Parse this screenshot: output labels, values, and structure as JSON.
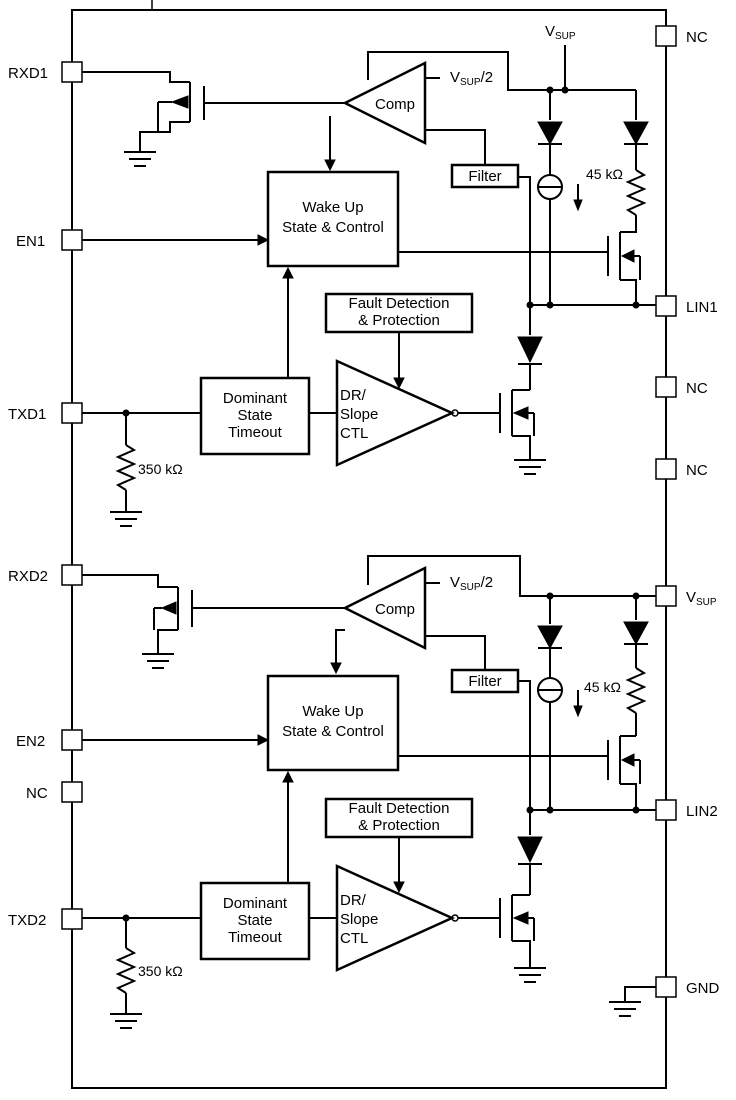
{
  "pins_left": {
    "rxd1": "RXD1",
    "en1": "EN1",
    "txd1": "TXD1",
    "rxd2": "RXD2",
    "en2": "EN2",
    "nc": "NC",
    "txd2": "TXD2"
  },
  "pins_right": {
    "nc1": "NC",
    "lin1": "LIN1",
    "nc2": "NC",
    "nc3": "NC",
    "vsup_main": "V",
    "vsup_sub": "SUP",
    "lin2": "LIN2",
    "gnd": "GND"
  },
  "top_vsup": {
    "main": "V",
    "sub": "SUP"
  },
  "channel1": {
    "comp": "Comp",
    "ref_main": "V",
    "ref_sub": "SUP",
    "ref_tail": "/2",
    "filter": "Filter",
    "wake_line1": "Wake Up",
    "wake_line2": "State & Control",
    "fault_line1": "Fault Detection",
    "fault_line2": "& Protection",
    "dom_line1": "Dominant",
    "dom_line2": "State",
    "dom_line3": "Timeout",
    "dr_line1": "DR/",
    "dr_line2": "Slope",
    "dr_line3": "CTL",
    "r_pullup": "45 kΩ",
    "r_pulldown": "350 kΩ"
  },
  "channel2": {
    "comp": "Comp",
    "ref_main": "V",
    "ref_sub": "SUP",
    "ref_tail": "/2",
    "filter": "Filter",
    "wake_line1": "Wake Up",
    "wake_line2": "State & Control",
    "fault_line1": "Fault Detection",
    "fault_line2": "& Protection",
    "dom_line1": "Dominant",
    "dom_line2": "State",
    "dom_line3": "Timeout",
    "dr_line1": "DR/",
    "dr_line2": "Slope",
    "dr_line3": "CTL",
    "r_pullup": "45 kΩ",
    "r_pulldown": "350 kΩ"
  }
}
